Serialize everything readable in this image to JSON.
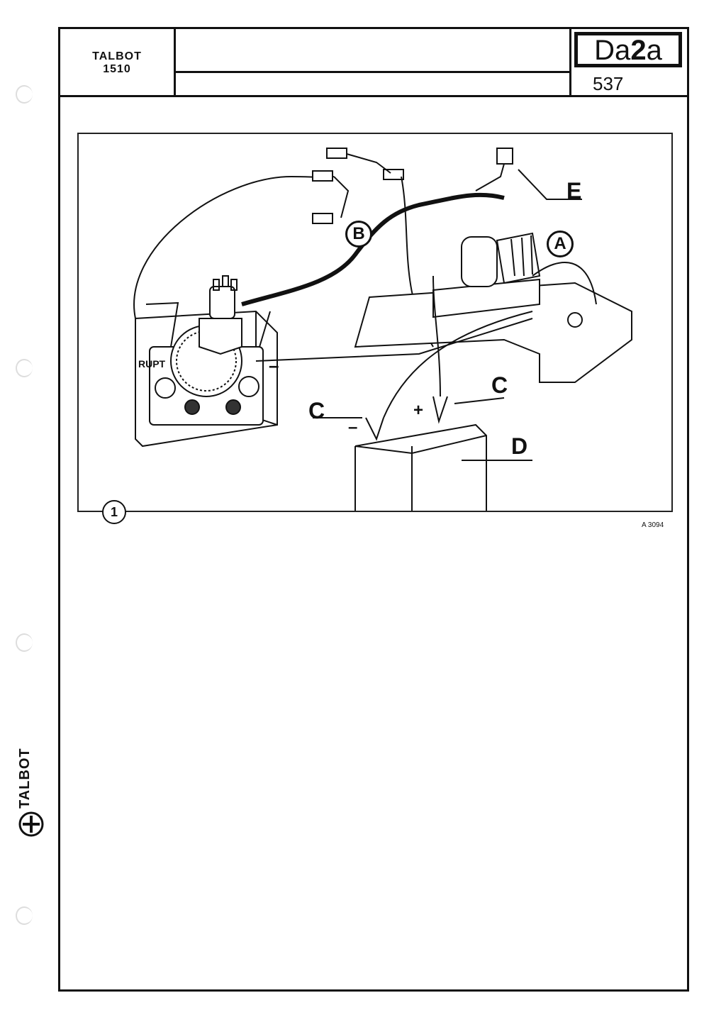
{
  "header": {
    "brand_line1": "TALBOT",
    "brand_line2": "1510",
    "code_prefix": "Da",
    "code_bold": "2",
    "code_suffix": "a",
    "page_number": "537"
  },
  "figure": {
    "number": "1",
    "reference": "A 3094",
    "labels": {
      "A": "A",
      "B": "B",
      "C_left": "C",
      "C_right": "C",
      "D": "D",
      "E": "E",
      "rupt": "RUPT",
      "minus_tester": "–",
      "minus_battery": "–",
      "plus_battery": "+"
    }
  },
  "sidebar": {
    "brand": "TALBOT"
  },
  "colors": {
    "ink": "#111111",
    "paper": "#ffffff"
  }
}
